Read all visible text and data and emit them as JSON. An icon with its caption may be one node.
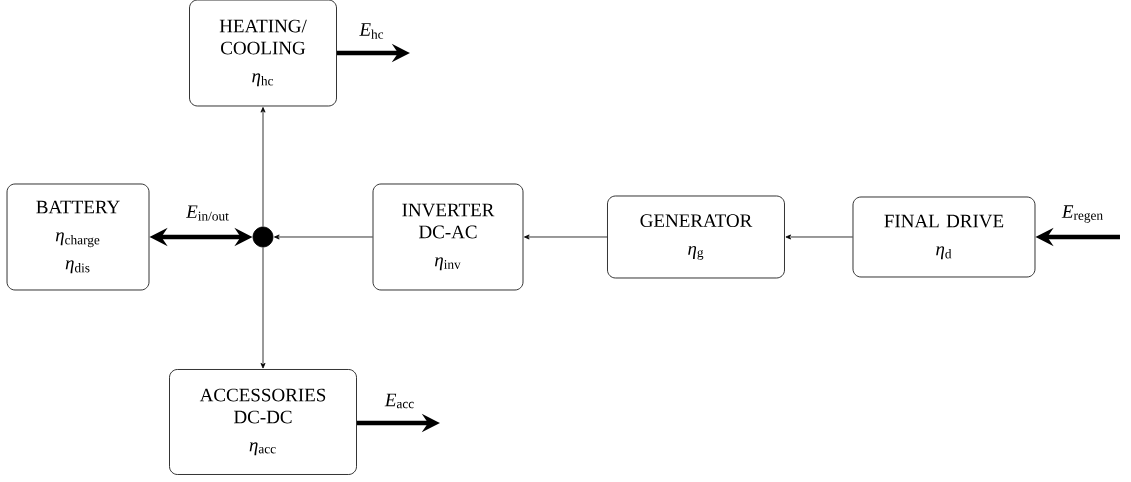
{
  "diagram": {
    "nodes": [
      {
        "text": [
          "HEATING/ COOLING",
          "*η*$_{hc}$"
        ]
      },
      {
        "text": [
          "BATTERY",
          "*η*$_{charge}$",
          "*η*$_{dis}$"
        ]
      },
      {
        "text": [],
        "shape": "circle"
      },
      {
        "text": [
          "INVERTER DC-AC",
          "*η*$_{inv}$"
        ]
      },
      {
        "text": [
          "GENERATOR",
          "*η*$_{g}$"
        ]
      },
      {
        "text": [
          "FINAL DRIVE",
          "*η*$_{d}$"
        ]
      },
      {
        "text": [
          "ACCESSORIES DC-DC",
          "*η*$_{acc}$"
        ]
      }
    ],
    "edges": [
      {
        "from": 2,
        "to": 0,
        "arrow": "to"
      },
      {
        "from": 2,
        "to": 1,
        "arrow": "both",
        "style": "thick",
        "label": "*E*$_{in/out}$"
      },
      {
        "from": 3,
        "to": 2,
        "arrow": "to"
      },
      {
        "from": 4,
        "to": 3,
        "arrow": "to"
      },
      {
        "from": 5,
        "to": 4,
        "arrow": "to"
      },
      {
        "from": 2,
        "to": 6,
        "arrow": "to"
      },
      {
        "from": 0,
        "to": null,
        "arrow": "to",
        "style": "thick",
        "label": "*E*$_{hc}$"
      },
      {
        "from": null,
        "to": 5,
        "arrow": "to",
        "style": "thick",
        "label": "*E*$_{regen}$"
      },
      {
        "from": 6,
        "to": null,
        "arrow": "to",
        "style": "thick",
        "label": "*E*$_{acc}$"
      }
    ]
  }
}
